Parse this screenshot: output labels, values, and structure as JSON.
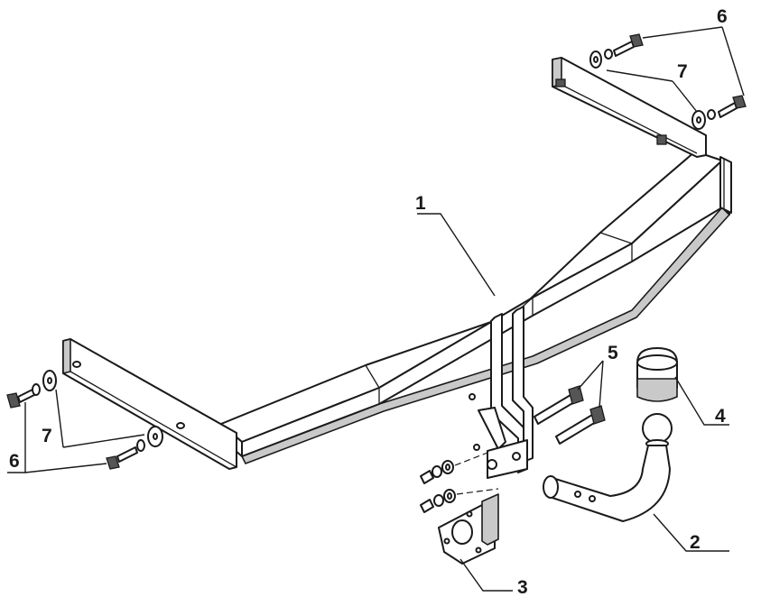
{
  "diagram": {
    "callouts": [
      {
        "id": "1",
        "text": "1"
      },
      {
        "id": "2",
        "text": "2"
      },
      {
        "id": "3",
        "text": "3"
      },
      {
        "id": "4",
        "text": "4"
      },
      {
        "id": "5",
        "text": "5"
      },
      {
        "id": "6a",
        "text": "6"
      },
      {
        "id": "6b",
        "text": "6"
      },
      {
        "id": "7a",
        "text": "7"
      },
      {
        "id": "7b",
        "text": "7"
      }
    ]
  }
}
